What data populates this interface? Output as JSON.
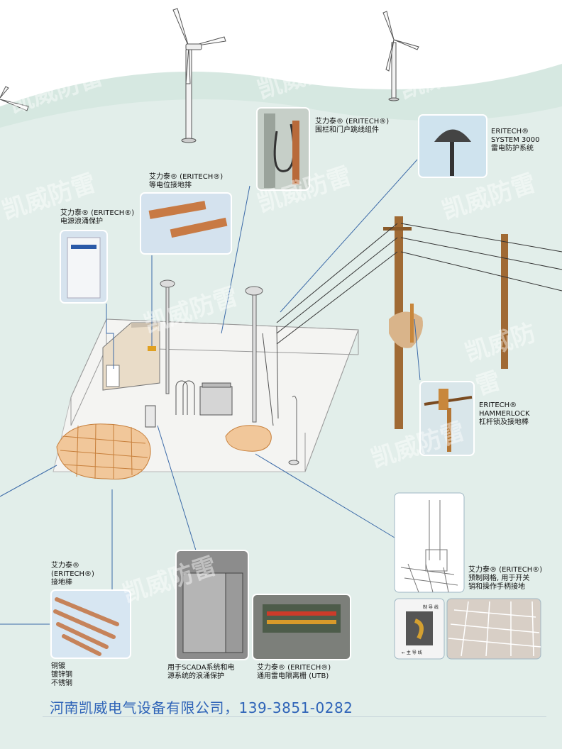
{
  "labels": {
    "fence_kit": "艾力泰® (ERITECH®)\n围栏和门户跳线组件",
    "system3000": "ERITECH®\nSYSTEM 3000\n雷电防护系统",
    "equipotential": "艾力泰® (ERITECH®)\n等电位接地排",
    "surge": "艾力泰® (ERITECH®)\n电源浪涌保护",
    "hammerlock": "ERITECH®\nHAMMERLOCK\n杠杆锁及接地棒",
    "mesh": "艾力泰® (ERITECH®)\n预制网格, 用于开关\n销和操作手柄接地",
    "rod": "艾力泰®\n(ERITECH®)\n接地棒",
    "rod_materials": "铜镀\n镀锌钢\n不锈钢",
    "scada": "用于SCADA系统和电\n源系统的浪涌保护",
    "utb": "艾力泰® (ERITECH®)\n通用雷电隔离栅 (UTB)"
  },
  "mesh_inset_labels": {
    "top": "制 导 线",
    "bottom": "← 主 导 线"
  },
  "watermark": "凯威防雷",
  "footer": "河南凯威电气设备有限公司，139-3851-0282",
  "colors": {
    "footer": "#2f64b8",
    "leader": "#3b6aa8",
    "photo_border": "#9fb7c4",
    "pole": "#a06a34"
  }
}
